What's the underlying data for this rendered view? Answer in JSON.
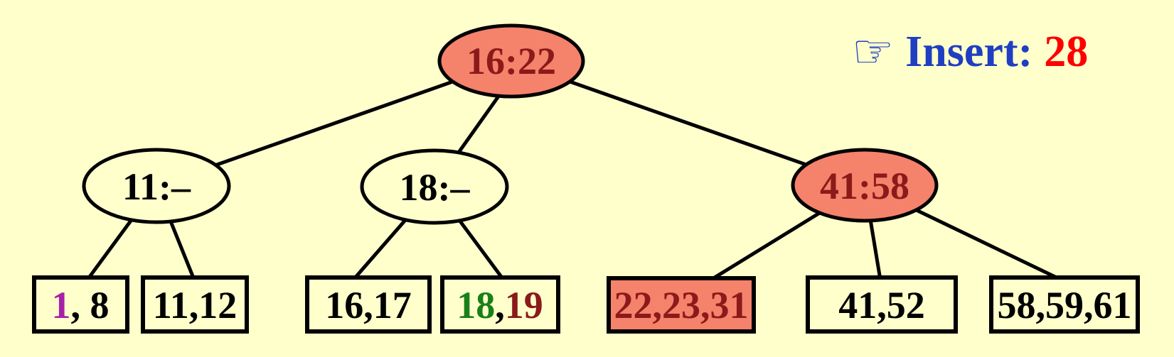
{
  "colors": {
    "background": "#FFFFCC",
    "node_fill_highlight": "#F5826B",
    "node_fill_normal": "#FFFFCC",
    "edge_stroke": "#000000",
    "text_dark_red": "#8B1A1A",
    "text_black": "#000000",
    "text_green": "#188018",
    "text_purple": "#A820A8",
    "annotation_blue": "#1F3EC1",
    "annotation_red": "#FF0000"
  },
  "annotation": {
    "pointer_icon": "☞",
    "label": "Insert:",
    "value": "28"
  },
  "tree": {
    "internal_nodes": [
      {
        "id": "root",
        "label": "16:22",
        "highlighted": true
      },
      {
        "id": "left",
        "label": "11:–",
        "highlighted": false
      },
      {
        "id": "middle",
        "label": "18:–",
        "highlighted": false
      },
      {
        "id": "right",
        "label": "41:58",
        "highlighted": true
      }
    ],
    "leaves": [
      {
        "id": "leaf-1-8",
        "highlighted": false,
        "segments": [
          {
            "text": "1",
            "color": "#A820A8"
          },
          {
            "text": ", 8",
            "color": "#000000"
          }
        ]
      },
      {
        "id": "leaf-11-12",
        "highlighted": false,
        "segments": [
          {
            "text": "11,12",
            "color": "#000000"
          }
        ]
      },
      {
        "id": "leaf-16-17",
        "highlighted": false,
        "segments": [
          {
            "text": "16,17",
            "color": "#000000"
          }
        ]
      },
      {
        "id": "leaf-18-19",
        "highlighted": false,
        "segments": [
          {
            "text": "18",
            "color": "#188018"
          },
          {
            "text": ",",
            "color": "#000000"
          },
          {
            "text": "19",
            "color": "#8B1A1A"
          }
        ]
      },
      {
        "id": "leaf-22-23-31",
        "highlighted": true,
        "segments": [
          {
            "text": "22,23,31",
            "color": "#8B1A1A"
          }
        ]
      },
      {
        "id": "leaf-41-52",
        "highlighted": false,
        "segments": [
          {
            "text": "41,52",
            "color": "#000000"
          }
        ]
      },
      {
        "id": "leaf-58-59-61",
        "highlighted": false,
        "segments": [
          {
            "text": "58,59,61",
            "color": "#000000"
          }
        ]
      }
    ]
  }
}
